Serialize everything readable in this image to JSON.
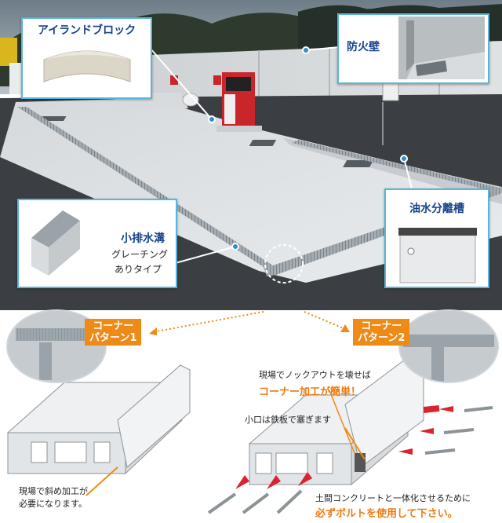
{
  "callouts": {
    "island_block": "アイランドブロック",
    "firewall": "防火壁",
    "separator_tank": "油水分離槽",
    "drain_title": "小排水溝",
    "drain_sub1": "グレーチング",
    "drain_sub2": "ありタイプ"
  },
  "corner1": {
    "line1": "コーナー",
    "line2": "パターン1"
  },
  "corner2": {
    "line1": "コーナー",
    "line2": "パターン2"
  },
  "notes": {
    "knockout_line1": "現場でノックアウトを壊せば",
    "knockout_line2": "コーナー加工が簡単！",
    "small_opening": "小口は鉄板で塞ぎます",
    "diagonal_line1": "現場で斜め加工が",
    "diagonal_line2": "必要になります。",
    "bolt_line1": "土間コンクリートと一体化させるために",
    "bolt_line2": "必ずボルトを使用して下さい。"
  },
  "colors": {
    "callout_border": "#5ab4dc",
    "title_text": "#16418c",
    "accent": "#ee8a16",
    "arrow_red": "#d9232e"
  }
}
